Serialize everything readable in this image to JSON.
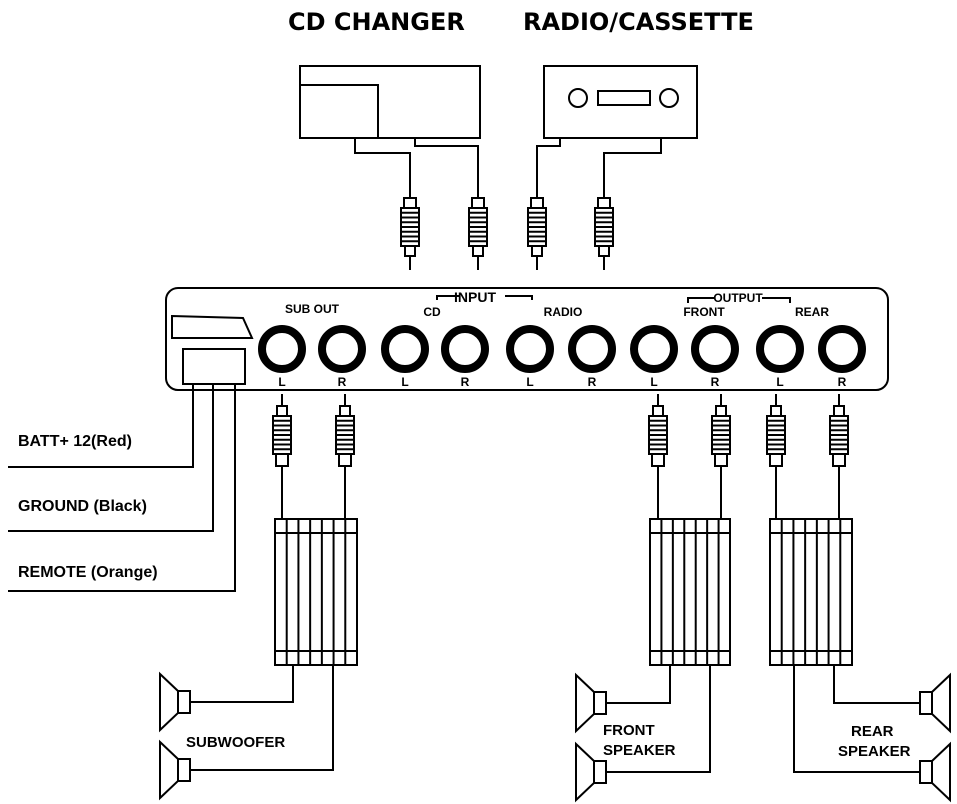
{
  "titles": {
    "cd_changer": "CD CHANGER",
    "radio_cassette": "RADIO/CASSETTE"
  },
  "panel": {
    "input_group": "INPUT",
    "output_group": "OUTPUT",
    "sub_out": "SUB OUT",
    "cd": "CD",
    "radio": "RADIO",
    "front": "FRONT",
    "rear": "REAR",
    "jack_channels": [
      "L",
      "R",
      "L",
      "R",
      "L",
      "R",
      "L",
      "R",
      "L",
      "R"
    ]
  },
  "power": {
    "batt": "BATT+ 12(Red)",
    "ground": "GROUND (Black)",
    "remote": "REMOTE  (Orange)"
  },
  "speakers": {
    "subwoofer": "SUBWOOFER",
    "front_line1": "FRONT",
    "front_line2": "SPEAKER",
    "rear_line1": "REAR",
    "rear_line2": "SPEAKER"
  }
}
